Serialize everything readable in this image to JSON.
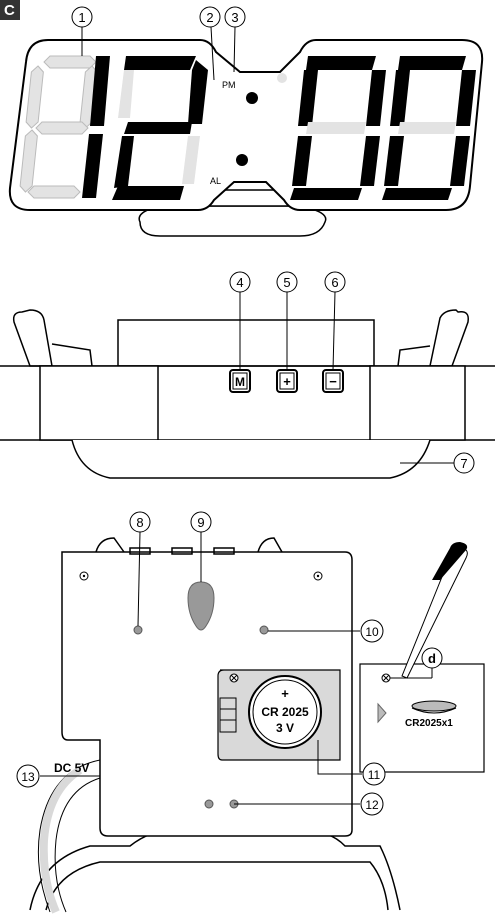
{
  "section_letter": "C",
  "callouts": [
    "1",
    "2",
    "3",
    "4",
    "5",
    "6",
    "7",
    "8",
    "9",
    "10",
    "11",
    "12",
    "13"
  ],
  "clock": {
    "pm_label": "PM",
    "al_label": "AL",
    "digit_color": "#000000",
    "dim_segment_color": "#e6e6e6"
  },
  "buttons": {
    "mode": "M",
    "plus": "+",
    "minus": "−"
  },
  "battery": {
    "polarity": "+",
    "model": "CR 2025",
    "voltage": "3 V"
  },
  "power_label": "DC 5V",
  "inset": {
    "letter": "d",
    "cell_label": "CR2025x1"
  }
}
